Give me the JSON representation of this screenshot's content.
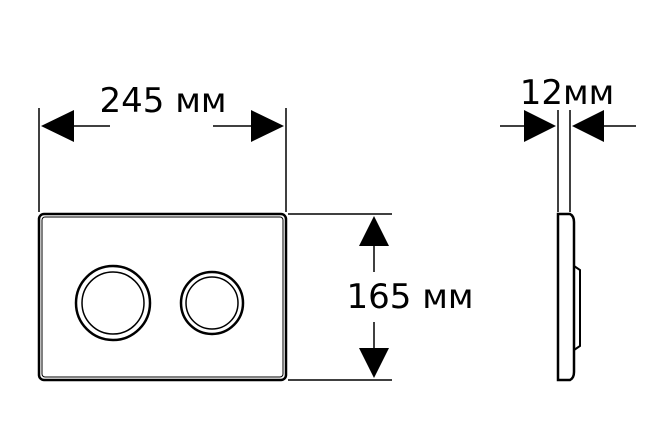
{
  "dimensions": {
    "width_label": "245 мм",
    "height_label": "165 мм",
    "depth_label": "12мм"
  },
  "colors": {
    "ink": "#000000",
    "background": "#ffffff"
  }
}
